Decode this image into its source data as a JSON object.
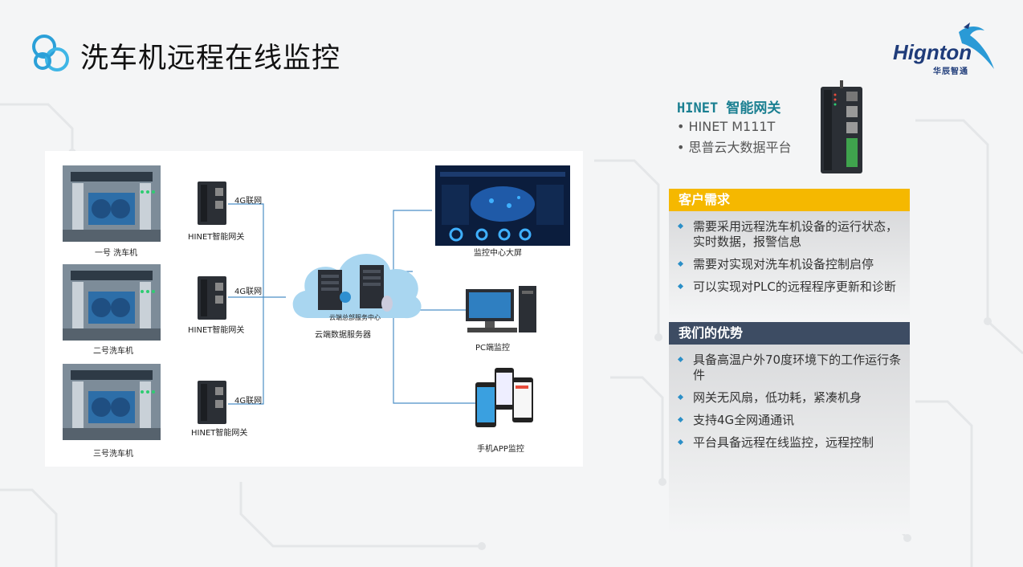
{
  "header": {
    "title": "洗车机远程在线监控"
  },
  "logo": {
    "brand": "Hignton",
    "sub": "华辰智通"
  },
  "product": {
    "name": "HINET 智能网关",
    "lines": [
      "• HINET  M111T",
      "• 思普云大数据平台"
    ]
  },
  "diagram": {
    "washers": [
      "一号 洗车机",
      "二号洗车机",
      "三号洗车机"
    ],
    "gateway_label": "HINET智能网关",
    "network_label": "4G联网",
    "cloud_inner": "云端总部服务中心",
    "cloud_label": "云端数据服务器",
    "screen_label": "监控中心大屏",
    "pc_label": "PC端监控",
    "app_label": "手机APP监控"
  },
  "needs": {
    "title": "客户需求",
    "color": "#f5b800",
    "items": [
      "需要采用远程洗车机设备的运行状态，实时数据，报警信息",
      "需要对实现对洗车机设备控制启停",
      "可以实现对PLC的远程程序更新和诊断"
    ]
  },
  "advantages": {
    "title": "我们的优势",
    "color": "#3d4c63",
    "items": [
      "具备高温户外70度环境下的工作运行条件",
      "网关无风扇，低功耗，紧凑机身",
      "支持4G全网通通讯",
      "平台具备远程在线监控，远程控制"
    ]
  }
}
